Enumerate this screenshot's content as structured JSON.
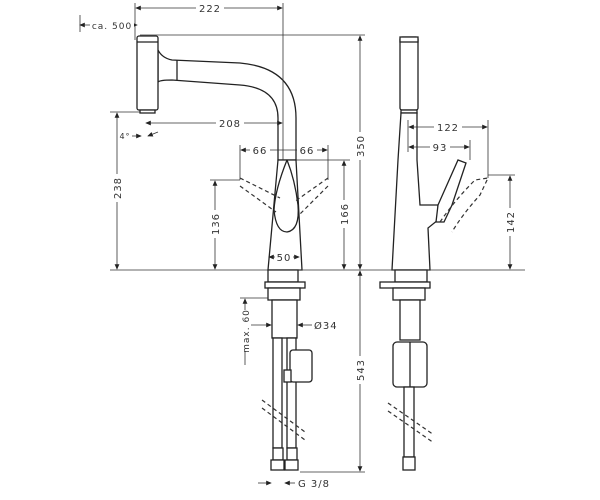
{
  "dimensions": {
    "total_reach": "222",
    "pullout": "ca. 500",
    "total_height": "350",
    "spout_reach": "208",
    "spray_angle": "4°",
    "spout_height": "238",
    "lever_left": "66",
    "lever_right": "66",
    "lever_height_left": "136",
    "body_height": "166",
    "base_diameter": "50",
    "max_thickness": "max. 60",
    "shank_diameter": "Ø34",
    "hose_length": "543",
    "thread": "G 3/8",
    "side_lever_reach": "122",
    "side_lever_handle": "93",
    "side_lever_height": "142"
  }
}
